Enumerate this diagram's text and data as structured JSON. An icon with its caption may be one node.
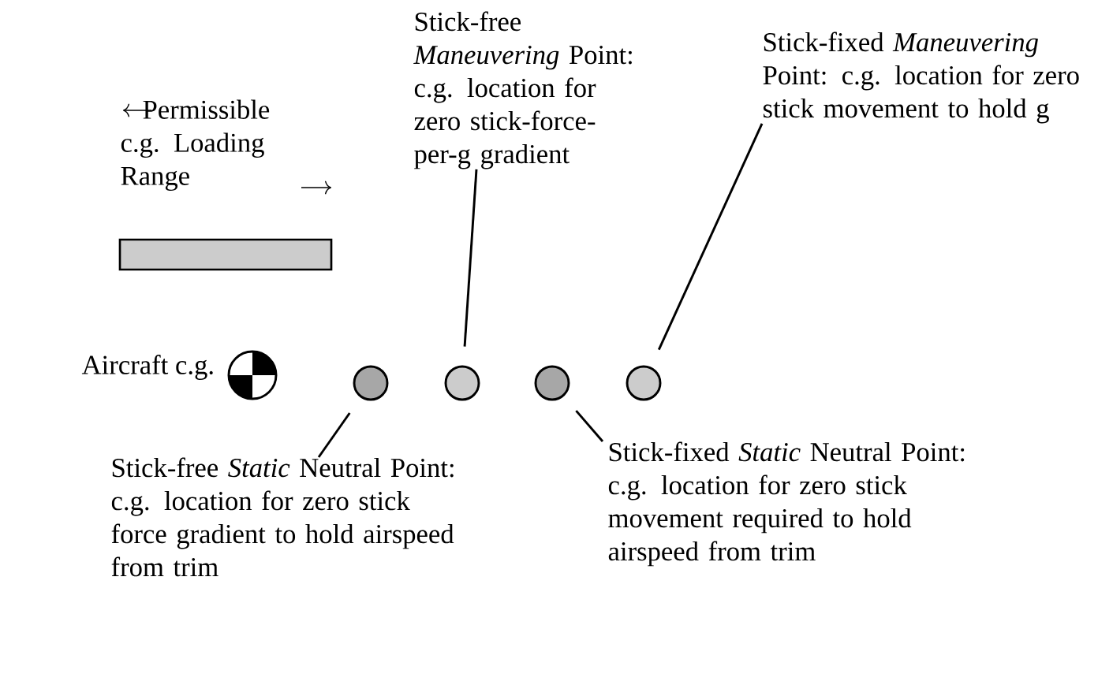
{
  "diagram": {
    "nodes": [
      {
        "text": [],
        "shape": "circle",
        "beside": [
          "Aircraft c.g."
        ]
      },
      {
        "text": [],
        "shape": "circle"
      },
      {
        "text": [],
        "shape": "circle"
      },
      {
        "text": [],
        "shape": "circle"
      },
      {
        "text": [],
        "shape": "circle"
      },
      {
        "text": [
          "Stick-free *Maneuvering* Point: c.g. location for zero stick-force-per-g gradient"
        ]
      },
      {
        "text": [
          "Stick-fixed *Maneuvering* Point: c.g. location for zero stick movement to hold g"
        ]
      },
      {
        "text": [
          "Stick-free *Static* Neutral Point: c.g. location for zero stick force gradient to hold airspeed from trim"
        ]
      },
      {
        "text": [
          "Stick-fixed *Static* Neutral Point: c.g. location for zero stick movement required to hold airspeed from trim"
        ]
      },
      {
        "text": [],
        "shape": "bar"
      }
    ],
    "edges": [
      {
        "from": 5,
        "to": 2,
        "arrow": "none"
      },
      {
        "from": 6,
        "to": 4,
        "arrow": "none"
      },
      {
        "from": 7,
        "to": 1,
        "arrow": "none"
      },
      {
        "from": 8,
        "to": 3,
        "arrow": "none"
      }
    ],
    "labels": [
      "Permissible c.g. Loading Range"
    ]
  }
}
